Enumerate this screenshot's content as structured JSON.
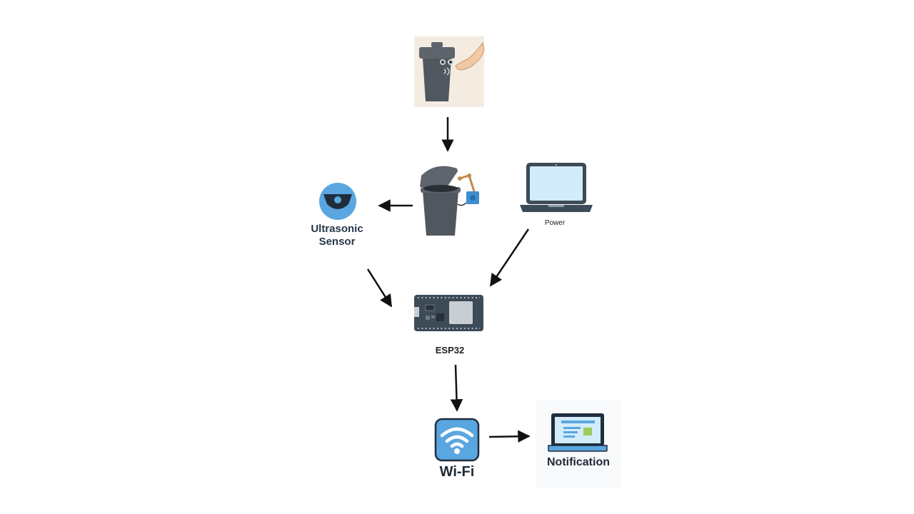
{
  "nodes": {
    "sensor_label_line1": "Ultrasonic",
    "sensor_label_line2": "Sensor",
    "power_label": "Power",
    "esp_label": "ESP32",
    "wifi_label": "Wi-Fi",
    "notification_label": "Notification"
  },
  "icons": {
    "smart_bin": "trash-bin-hand-icon",
    "bin_servo": "trash-bin-servo-icon",
    "sensor": "ultrasonic-sensor-icon",
    "laptop": "laptop-icon",
    "board": "esp32-board-icon",
    "wifi": "wifi-icon",
    "notification": "notification-laptop-icon"
  },
  "colors": {
    "arrow": "#111111",
    "bin": "#50575f",
    "accent_blue": "#5aa6e0",
    "board": "#3d4a57",
    "wifi_blue": "#5aa6e0",
    "text_dark": "#1f2a36"
  }
}
